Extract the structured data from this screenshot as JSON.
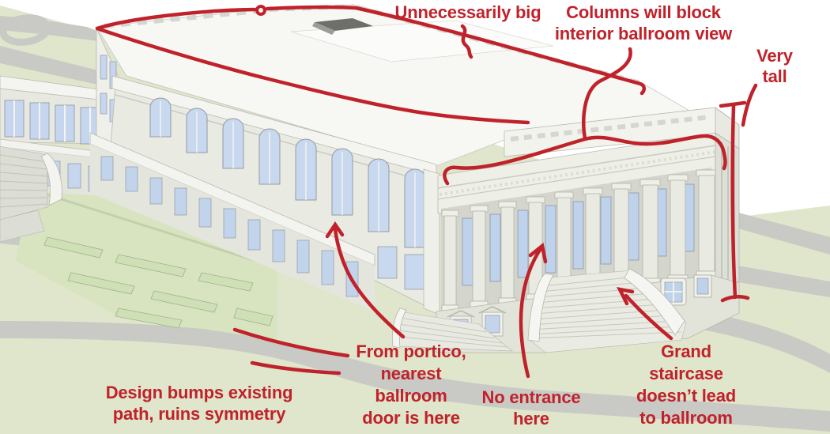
{
  "figure": {
    "type": "annotated-architectural-rendering",
    "subject": "classical ballroom building with colonnade portico, lawn, garden and paths"
  },
  "colors": {
    "annotation_red": "#c0222b",
    "lawn_green": "#dfe6cb",
    "garden_green": "#d8e3c0",
    "hedge_green": "#cfdfb6",
    "path_gray": "#c9cac5",
    "building_light": "#f2f3ee",
    "building_shadow": "#d4d6cd",
    "window_blue": "#c5d6ee"
  },
  "annotations": {
    "unnecessarily_big": {
      "text": "Unnecessarily big"
    },
    "columns_block": {
      "text": "Columns will block\ninterior ballroom view"
    },
    "very_tall": {
      "text": "Very\ntall"
    },
    "from_portico": {
      "text": "From portico,\nnearest\nballroom\ndoor is here"
    },
    "no_entrance": {
      "text": "No entrance\nhere"
    },
    "grand_staircase": {
      "text": "Grand\nstaircase\ndoesn’t lead\nto ballroom"
    },
    "design_bumps": {
      "text": "Design bumps existing\npath, ruins symmetry"
    }
  }
}
